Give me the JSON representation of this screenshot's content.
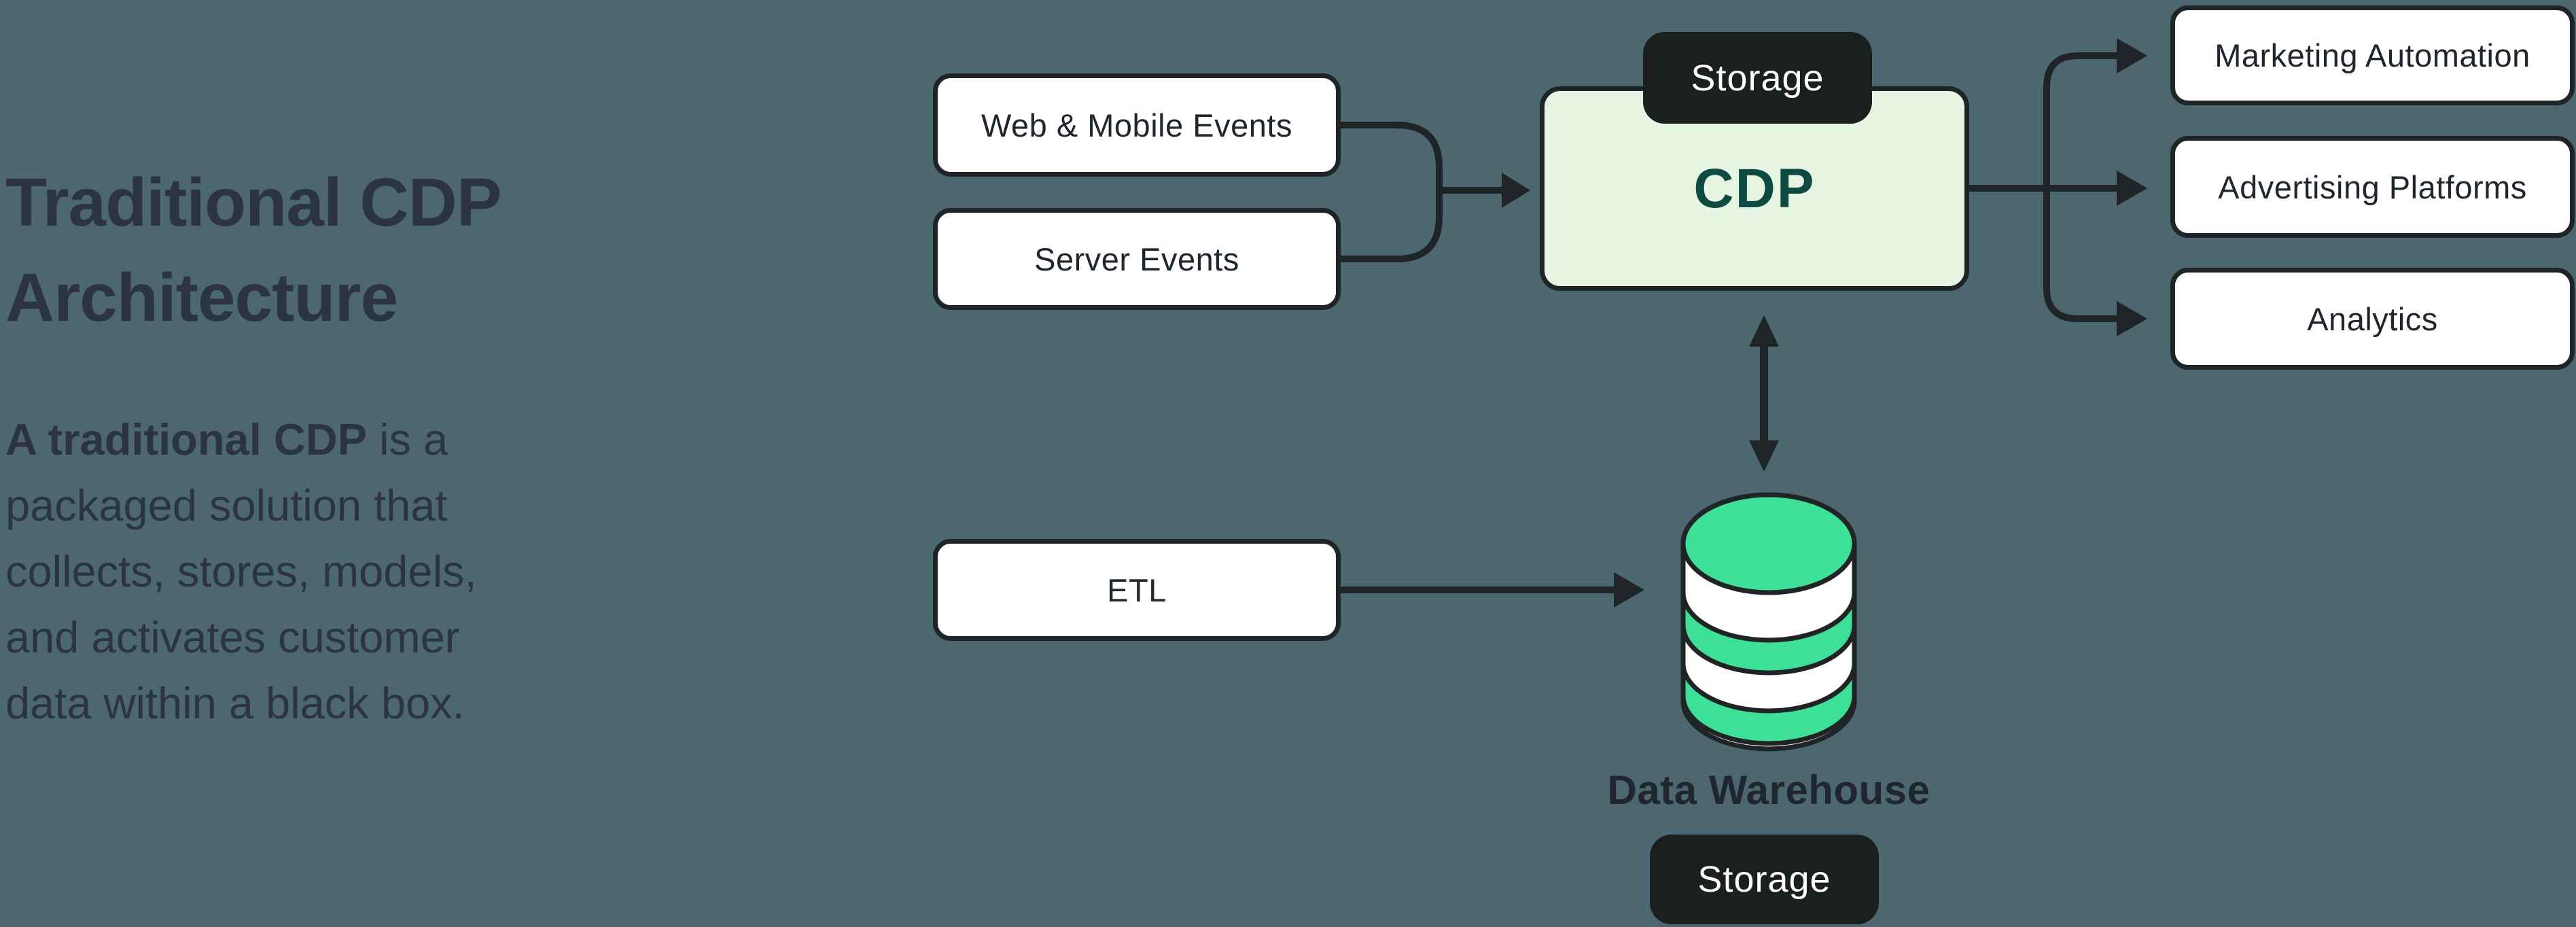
{
  "colors": {
    "background": "#4C6770",
    "line": "#1F2427",
    "node_fill": "#FFFFFF",
    "node_text": "#20262D",
    "cdp_fill": "#E5F5E2",
    "cdp_text": "#0D4B42",
    "badge_fill": "#1B201F",
    "badge_text": "#FFFFFF",
    "warehouse_green": "#3EE098",
    "heading_text": "#2B3440"
  },
  "intro": {
    "title_line1": "Traditional CDP",
    "title_line2": "Architecture",
    "description": {
      "lead_bold": "A traditional CDP",
      "line1_rest": " is a",
      "lines": [
        "packaged solution that",
        "collects, stores, models,",
        "and activates customer",
        "data within a black box."
      ]
    }
  },
  "diagram": {
    "sources": {
      "web": "Web & Mobile Events",
      "server": "Server Events"
    },
    "etl_label": "ETL",
    "cdp_label": "CDP",
    "cdp_badge": "Storage",
    "warehouse_label": "Data Warehouse",
    "warehouse_badge": "Storage",
    "destinations": {
      "marketing": "Marketing Automation",
      "advertising": "Advertising Platforms",
      "analytics": "Analytics"
    }
  }
}
